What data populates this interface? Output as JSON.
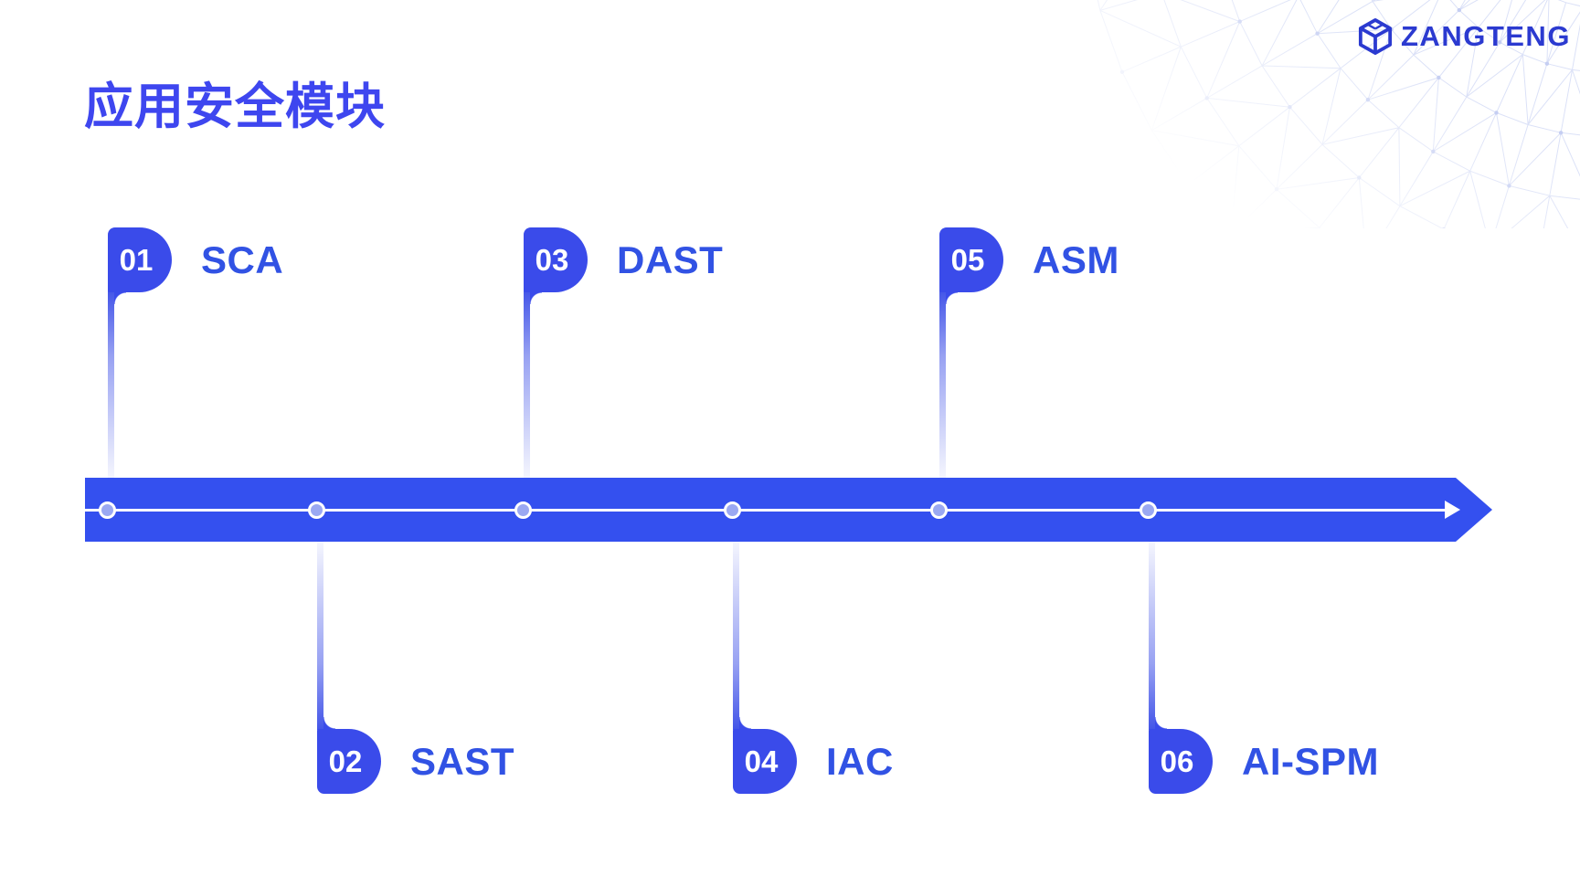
{
  "page": {
    "title": "应用安全模块"
  },
  "brand": {
    "name": "ZANGTENG",
    "icon": "cube-icon",
    "color": "#2B3AD0"
  },
  "decorations": {
    "globe_mesh": "wireframe-globe-top-right"
  },
  "colors": {
    "bar": "#3450EF",
    "flag": "#3A4BEA",
    "title": "#3E46EF",
    "label": "#3152E4",
    "dot_fill": "#9AA8F2",
    "mesh_line": "#DBE1F7"
  },
  "timeline": {
    "direction": "left-to-right-arrow",
    "items": [
      {
        "number": "01",
        "label": "SCA",
        "position": "top"
      },
      {
        "number": "02",
        "label": "SAST",
        "position": "bottom"
      },
      {
        "number": "03",
        "label": "DAST",
        "position": "top"
      },
      {
        "number": "04",
        "label": "IAC",
        "position": "bottom"
      },
      {
        "number": "05",
        "label": "ASM",
        "position": "top"
      },
      {
        "number": "06",
        "label": "AI-SPM",
        "position": "bottom"
      }
    ]
  }
}
